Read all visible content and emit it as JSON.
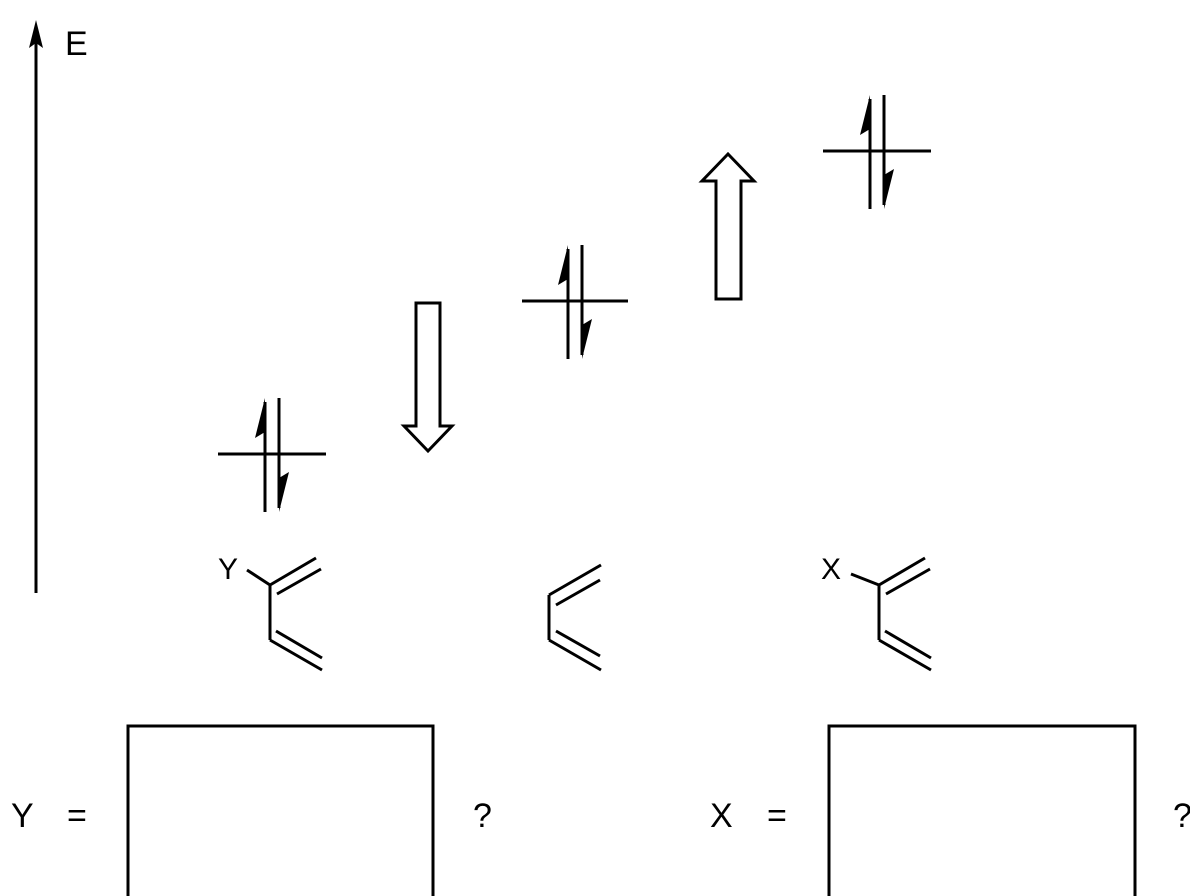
{
  "energy_axis": {
    "label": "E"
  },
  "molecules": [
    {
      "id": "y-substituted",
      "substituent": "Y"
    },
    {
      "id": "parent-diene",
      "substituent": ""
    },
    {
      "id": "x-substituted",
      "substituent": "X"
    }
  ],
  "orbital_levels": [
    {
      "molecule": "y-substituted",
      "electrons": 2,
      "relative_energy": "lowest"
    },
    {
      "molecule": "parent-diene",
      "electrons": 2,
      "relative_energy": "middle"
    },
    {
      "molecule": "x-substituted",
      "electrons": 2,
      "relative_energy": "highest"
    }
  ],
  "shift_arrows": [
    {
      "id": "y-shift",
      "direction": "down"
    },
    {
      "id": "x-shift",
      "direction": "up"
    }
  ],
  "questions": [
    {
      "variable": "Y",
      "equals": "=",
      "answer": "",
      "mark": "?"
    },
    {
      "variable": "X",
      "equals": "=",
      "answer": "",
      "mark": "?"
    }
  ]
}
